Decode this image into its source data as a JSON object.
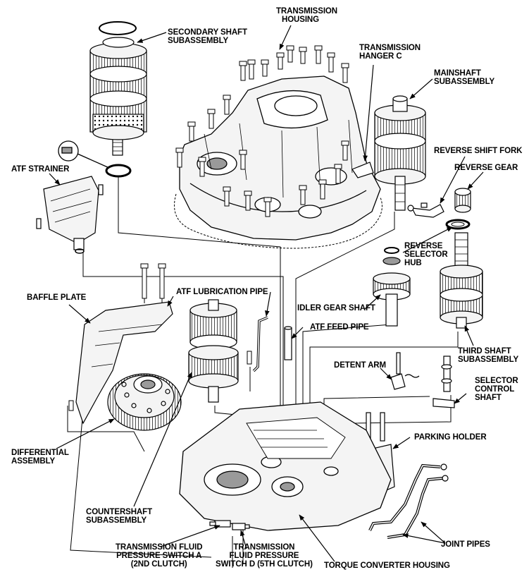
{
  "labels": {
    "transmission_housing": [
      "TRANSMISSION",
      "HOUSING"
    ],
    "secondary_shaft_subassembly": [
      "SECONDARY SHAFT",
      "SUBASSEMBLY"
    ],
    "transmission_hanger_c": [
      "TRANSMISSION",
      "HANGER C"
    ],
    "mainshaft_subassembly": [
      "MAINSHAFT",
      "SUBASSEMBLY"
    ],
    "reverse_shift_fork": "REVERSE SHIFT FORK",
    "reverse_gear": "REVERSE GEAR",
    "atf_strainer": "ATF STRAINER",
    "reverse_selector_hub": [
      "REVERSE",
      "SELECTOR",
      "HUB"
    ],
    "baffle_plate": "BAFFLE PLATE",
    "atf_lubrication_pipe": "ATF LUBRICATION PIPE",
    "idler_gear_shaft": "IDLER GEAR SHAFT",
    "atf_feed_pipe": "ATF FEED PIPE",
    "third_shaft_subassembly": [
      "THIRD SHAFT",
      "SUBASSEMBLY"
    ],
    "detent_arm": "DETENT ARM",
    "selector_control_shaft": [
      "SELECTOR",
      "CONTROL",
      "SHAFT"
    ],
    "differential_assembly": [
      "DIFFERENTIAL",
      "ASSEMBLY"
    ],
    "parking_holder": "PARKING HOLDER",
    "countershaft_subassembly": [
      "COUNTERSHAFT",
      "SUBASSEMBLY"
    ],
    "pressure_switch_a": [
      "TRANSMISSION FLUID",
      "PRESSURE SWITCH A",
      "(2ND CLUTCH)"
    ],
    "pressure_switch_d": [
      "TRANSMISSION",
      "FLUID PRESSURE",
      "SWITCH D (5TH CLUTCH)"
    ],
    "joint_pipes": "JOINT PIPES",
    "torque_converter_housing": "TORQUE CONVERTER HOUSING"
  },
  "colors": {
    "ink": "#000000",
    "background": "#ffffff",
    "part_fill": "#f4f4f4",
    "shade": "#9a9a9a"
  }
}
